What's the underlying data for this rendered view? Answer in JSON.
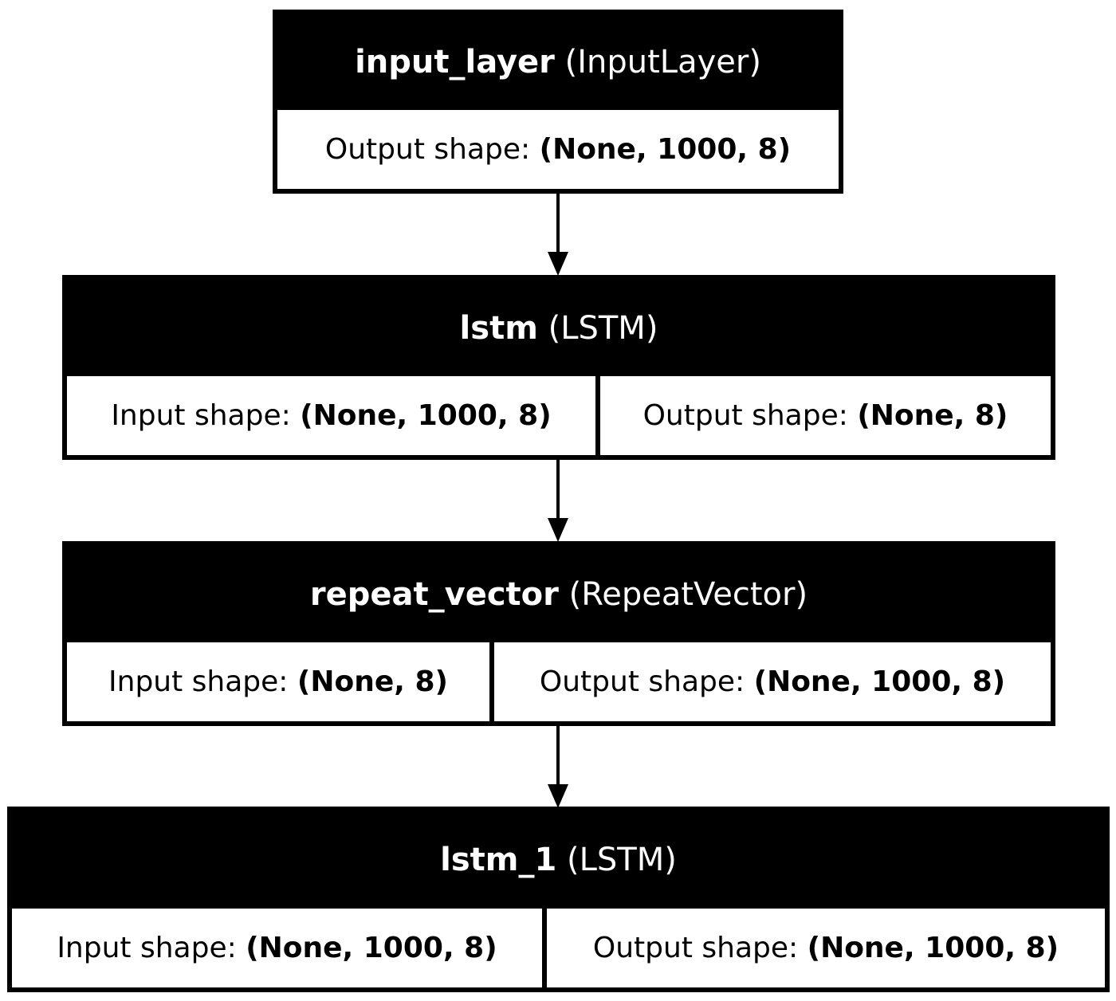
{
  "nodes": [
    {
      "name": "input_layer",
      "type": "(InputLayer)",
      "cells": [
        {
          "label": "Output shape:",
          "value": "(None, 1000, 8)"
        }
      ]
    },
    {
      "name": "lstm",
      "type": "(LSTM)",
      "cells": [
        {
          "label": "Input shape:",
          "value": "(None, 1000, 8)"
        },
        {
          "label": "Output shape:",
          "value": "(None, 8)"
        }
      ]
    },
    {
      "name": "repeat_vector",
      "type": "(RepeatVector)",
      "cells": [
        {
          "label": "Input shape:",
          "value": "(None, 8)"
        },
        {
          "label": "Output shape:",
          "value": "(None, 1000, 8)"
        }
      ]
    },
    {
      "name": "lstm_1",
      "type": "(LSTM)",
      "cells": [
        {
          "label": "Input shape:",
          "value": "(None, 1000, 8)"
        },
        {
          "label": "Output shape:",
          "value": "(None, 1000, 8)"
        }
      ]
    }
  ],
  "edges": [
    {
      "from": "input_layer",
      "to": "lstm"
    },
    {
      "from": "lstm",
      "to": "repeat_vector"
    },
    {
      "from": "repeat_vector",
      "to": "lstm_1"
    }
  ]
}
